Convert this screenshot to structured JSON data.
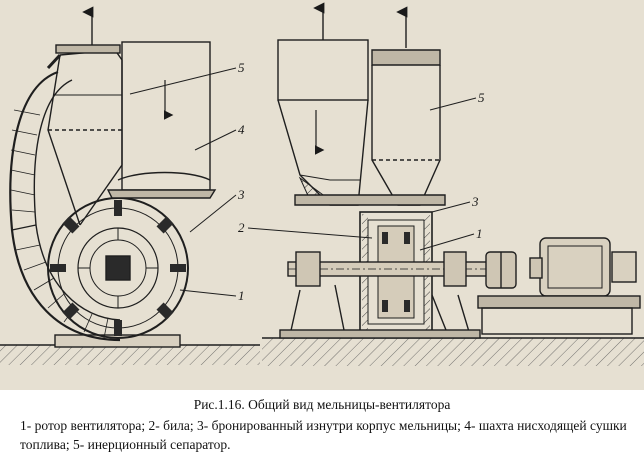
{
  "figure": {
    "labels": [
      "5",
      "4",
      "3",
      "1",
      "5",
      "3",
      "2",
      "1"
    ]
  },
  "caption": {
    "title": "Рис.1.16. Общий вид мельницы-вентилятора",
    "legend": "1- ротор вентилятора; 2- била; 3- бронированный изнутри корпус мельницы; 4- шахта нисходящей сушки топлива; 5- инерционный сепаратор."
  }
}
